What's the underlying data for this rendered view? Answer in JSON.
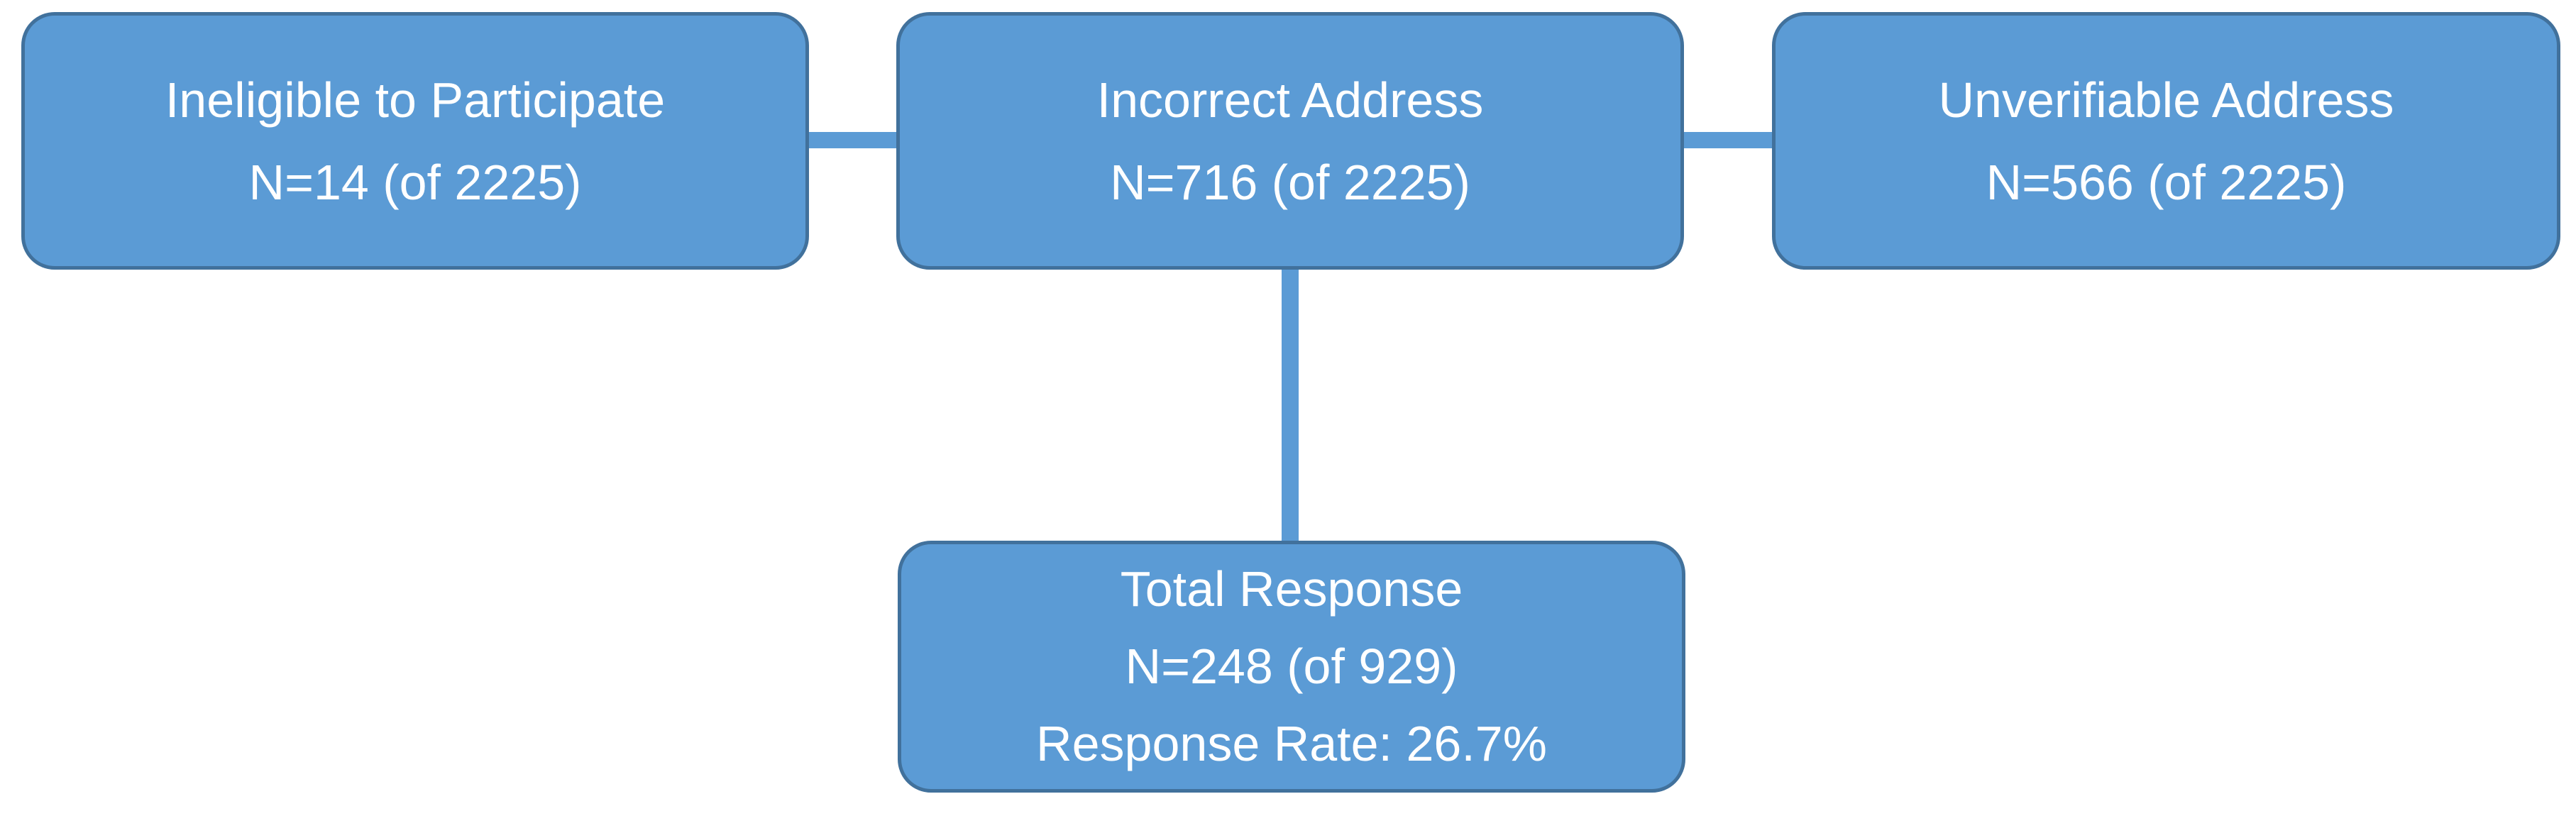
{
  "diagram": {
    "type": "flowchart",
    "colors": {
      "background": "#ffffff",
      "node_fill": "#5b9bd5",
      "node_border": "#41719c",
      "connector": "#5b9bd5",
      "text": "#ffffff"
    },
    "nodes": [
      {
        "id": "ineligible-to-participate",
        "lines": [
          "Ineligible to Participate",
          "N=14 (of 2225)"
        ]
      },
      {
        "id": "incorrect-address",
        "lines": [
          "Incorrect Address",
          "N=716 (of 2225)"
        ]
      },
      {
        "id": "unverifiable-address",
        "lines": [
          "Unverifiable Address",
          "N=566 (of 2225)"
        ]
      },
      {
        "id": "total-response",
        "lines": [
          "Total Response",
          "N=248 (of 929)",
          "Response Rate: 26.7%"
        ]
      }
    ],
    "connectors": [
      {
        "from": "ineligible-to-participate",
        "to": "incorrect-address",
        "orientation": "horizontal"
      },
      {
        "from": "incorrect-address",
        "to": "unverifiable-address",
        "orientation": "horizontal"
      },
      {
        "from": "incorrect-address",
        "to": "total-response",
        "orientation": "vertical"
      }
    ]
  }
}
